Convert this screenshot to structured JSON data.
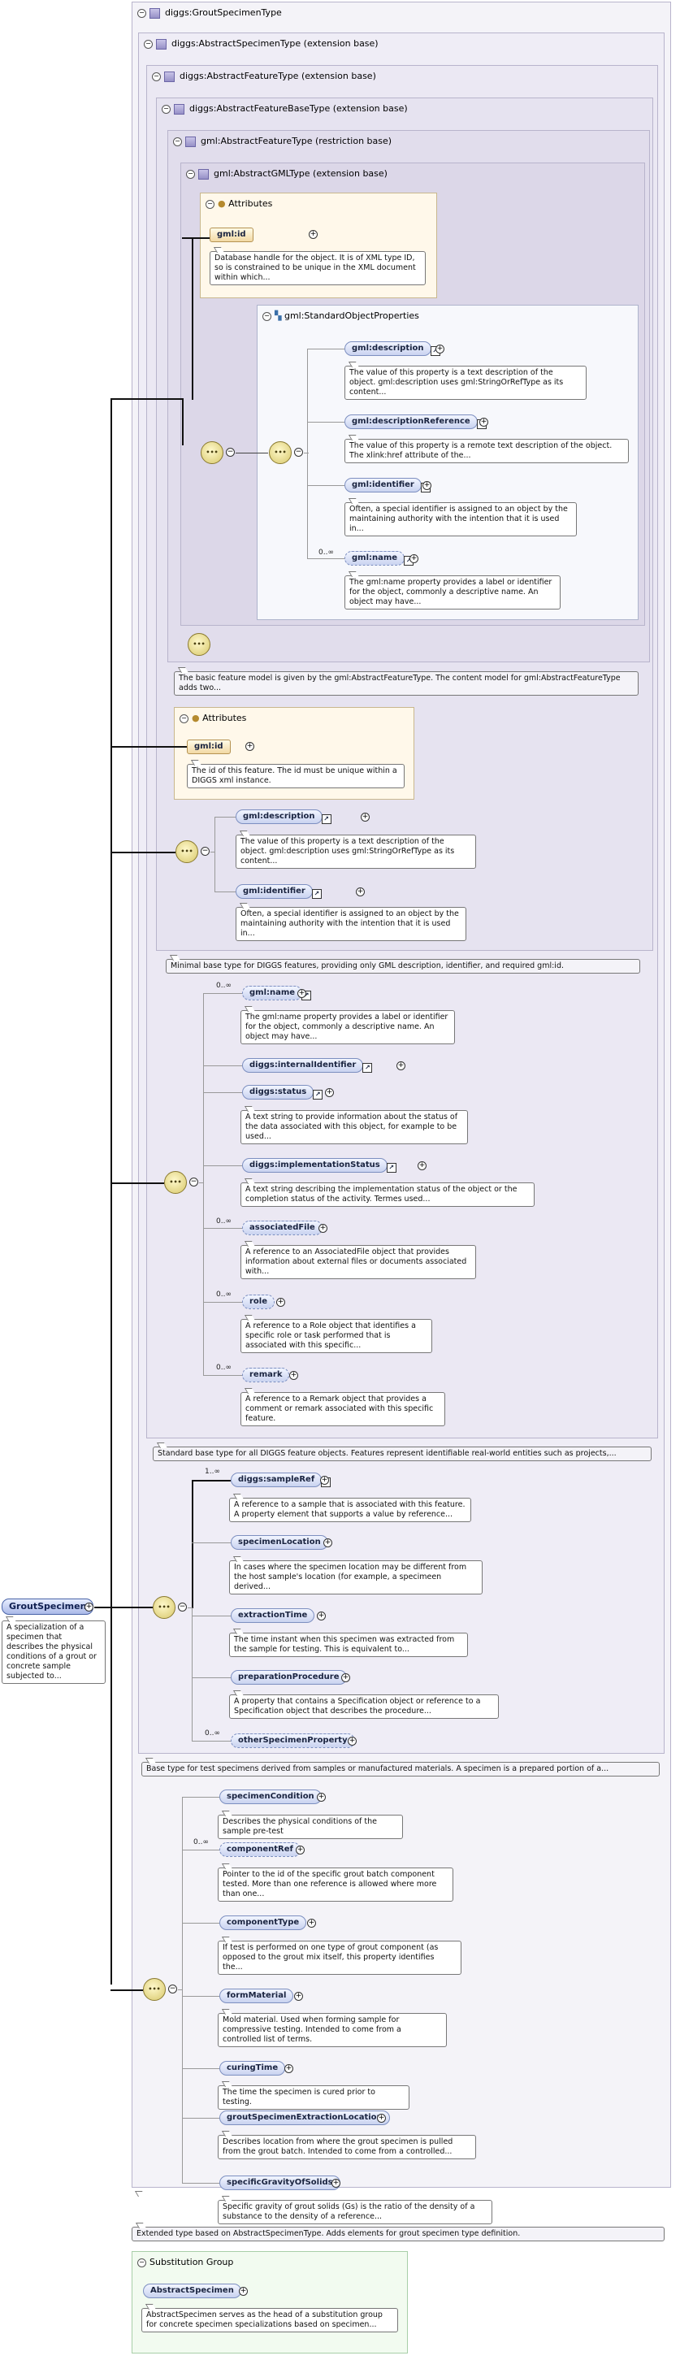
{
  "root": {
    "name": "GroutSpecimen",
    "doc": "A specialization of a specimen that describes the physical conditions of a grout or concrete sample subjected to..."
  },
  "groups": {
    "g0": "diggs:GroutSpecimenType",
    "g1": "diggs:AbstractSpecimenType (extension base)",
    "g2": "diggs:AbstractFeatureType (extension base)",
    "g3": "diggs:AbstractFeatureBaseType (extension base)",
    "g4": "gml:AbstractFeatureType (restriction base)",
    "g5": "gml:AbstractGMLType (extension base)"
  },
  "attributes_label": "Attributes",
  "gml_attr": {
    "name": "gml:id",
    "doc": "Database handle for the object. It is of XML type ID, so is constrained to be unique in the XML document within which..."
  },
  "standard_props": {
    "title": "gml:StandardObjectProperties",
    "items": [
      {
        "name": "gml:description",
        "doc": "The value of this property is a text description of the object. gml:description uses gml:StringOrRefType as its content..."
      },
      {
        "name": "gml:descriptionReference",
        "doc": "The value of this property is a remote text description of the object. The xlink:href attribute of the..."
      },
      {
        "name": "gml:identifier",
        "doc": "Often, a special identifier is assigned to an object by the maintaining authority with the intention that it is used in..."
      },
      {
        "name": "gml:name",
        "occ": "0..∞",
        "doc": "The gml:name property provides a label or identifier for the object, commonly a descriptive name. An object may have..."
      }
    ]
  },
  "g4_doc": "The basic feature model is given by the gml:AbstractFeatureType. The content model for gml:AbstractFeatureType adds two...",
  "diggs_attr": {
    "name": "gml:id",
    "doc": "The id of this feature. The id must be unique within a DIGGS xml instance."
  },
  "g3_items": [
    {
      "name": "gml:description",
      "doc": "The value of this property is a text description of the object. gml:description uses gml:StringOrRefType as its content..."
    },
    {
      "name": "gml:identifier",
      "doc": "Often, a special identifier is assigned to an object by the maintaining authority with the intention that it is used in..."
    }
  ],
  "g3_doc": "Minimal base type for DIGGS features, providing only GML description, identifier, and required gml:id.",
  "g2_items": [
    {
      "name": "gml:name",
      "occ": "0..∞",
      "doc": "The gml:name property provides a label or identifier for the object, commonly a descriptive name. An object may have..."
    },
    {
      "name": "diggs:internalIdentifier",
      "occ": "",
      "doc": ""
    },
    {
      "name": "diggs:status",
      "occ": "",
      "doc": "A text string to provide information about the status of the data associated with this object, for example to be used..."
    },
    {
      "name": "diggs:implementationStatus",
      "occ": "",
      "doc": "A text string describing the implementation status of the object or the completion status of the activity. Termes used..."
    },
    {
      "name": "associatedFile",
      "occ": "0..∞",
      "doc": "A reference to an AssociatedFile object that provides information about external files or documents associated with..."
    },
    {
      "name": "role",
      "occ": "0..∞",
      "doc": "A reference to a Role object that identifies a specific role or task performed that is associated with this specific..."
    },
    {
      "name": "remark",
      "occ": "0..∞",
      "doc": "A reference to a Remark object that provides a comment or remark associated with this specific feature."
    }
  ],
  "g2_doc": "Standard base type for all DIGGS feature objects. Features represent identifiable real-world entities such as projects,...",
  "g1_items": [
    {
      "name": "diggs:sampleRef",
      "occ": "1..∞",
      "doc": "A reference to a sample that is associated with this feature. A property element that supports a value by reference..."
    },
    {
      "name": "specimenLocation",
      "occ": "",
      "doc": "In cases where the specimen location may be different from the host sample's location (for example, a specimeen derived..."
    },
    {
      "name": "extractionTime",
      "occ": "",
      "doc": "The time instant when this specimen was extracted from the sample for testing. This is equivalent to..."
    },
    {
      "name": "preparationProcedure",
      "occ": "",
      "doc": "A property that contains a Specification object or reference to a Specification object that describes the procedure..."
    },
    {
      "name": "otherSpecimenProperty",
      "occ": "0..∞",
      "doc": ""
    }
  ],
  "g1_doc": "Base type for test specimens derived from samples or manufactured materials. A specimen is a prepared portion of a...",
  "g0_items": [
    {
      "name": "specimenCondition",
      "occ": "",
      "doc": "Describes the physical conditions of the sample pre-test"
    },
    {
      "name": "componentRef",
      "occ": "0..∞",
      "doc": "Pointer to the id of the specific grout batch component tested. More than one reference is allowed where more than one..."
    },
    {
      "name": "componentType",
      "occ": "",
      "doc": "If test is performed on one type of grout component (as opposed to the grout mix itself, this property identifies the..."
    },
    {
      "name": "formMaterial",
      "occ": "",
      "doc": "Mold material. Used when forming sample for compressive testing. Intended to come from a controlled list of terms."
    },
    {
      "name": "curingTime",
      "occ": "",
      "doc": "The time the specimen is cured prior to testing."
    },
    {
      "name": "groutSpecimenExtractionLocation",
      "occ": "",
      "doc": "Describes location from where the grout specimen is pulled from the grout batch. Intended to come from a controlled..."
    },
    {
      "name": "specificGravityOfSolids",
      "occ": "",
      "doc": "Specific gravity of grout solids (Gs) is the ratio of the density of a substance to the density of a reference..."
    }
  ],
  "g0_doc": "Extended type based on AbstractSpecimenType. Adds elements for grout specimen type definition.",
  "subst": {
    "title": "Substitution Group",
    "name": "AbstractSpecimen",
    "doc": "AbstractSpecimen serves as the head of a substitution group for concrete specimen specializations based on specimen..."
  },
  "icons": {
    "seq": "sequence-compositor-icon",
    "expand": "expand-plus-icon",
    "collapse": "collapse-minus-icon",
    "ref": "reference-arrow-icon",
    "type": "complex-type-icon",
    "attr": "attribute-icon"
  }
}
